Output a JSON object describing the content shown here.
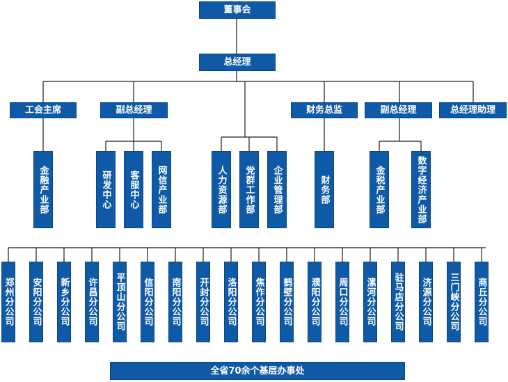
{
  "colors": {
    "box_fill": "#0f5aa6",
    "box_text": "#ffffff",
    "line": "#1a1a1a"
  },
  "top": {
    "board": "董事会",
    "gm": "总经理"
  },
  "level2": {
    "union_chair": "工会主席",
    "deputy_gm_1": "副总经理",
    "cfo": "财务总监",
    "deputy_gm_2": "副总经理",
    "gm_assistant": "总经理助理"
  },
  "departments": {
    "union": [
      "金融产业部"
    ],
    "deputy1": [
      "研发中心",
      "客服中心",
      "网信产业部"
    ],
    "gm_direct": [
      "人力资源部",
      "党群工作部",
      "企业管理部"
    ],
    "cfo": [
      "财务部"
    ],
    "deputy2": [
      "金税产业部",
      "数字经济产业部"
    ]
  },
  "branches": [
    "郑州分公司",
    "安阳分公司",
    "新乡分公司",
    "许昌分公司",
    "平顶山分公司",
    "信阳分公司",
    "南阳分公司",
    "开封分公司",
    "洛阳分公司",
    "焦作分公司",
    "鹤壁分公司",
    "濮阳分公司",
    "周口分公司",
    "漯河分公司",
    "驻马店分公司",
    "济源分公司",
    "三门峡分公司",
    "商丘分公司"
  ],
  "footer": "全省70余个基层办事处"
}
